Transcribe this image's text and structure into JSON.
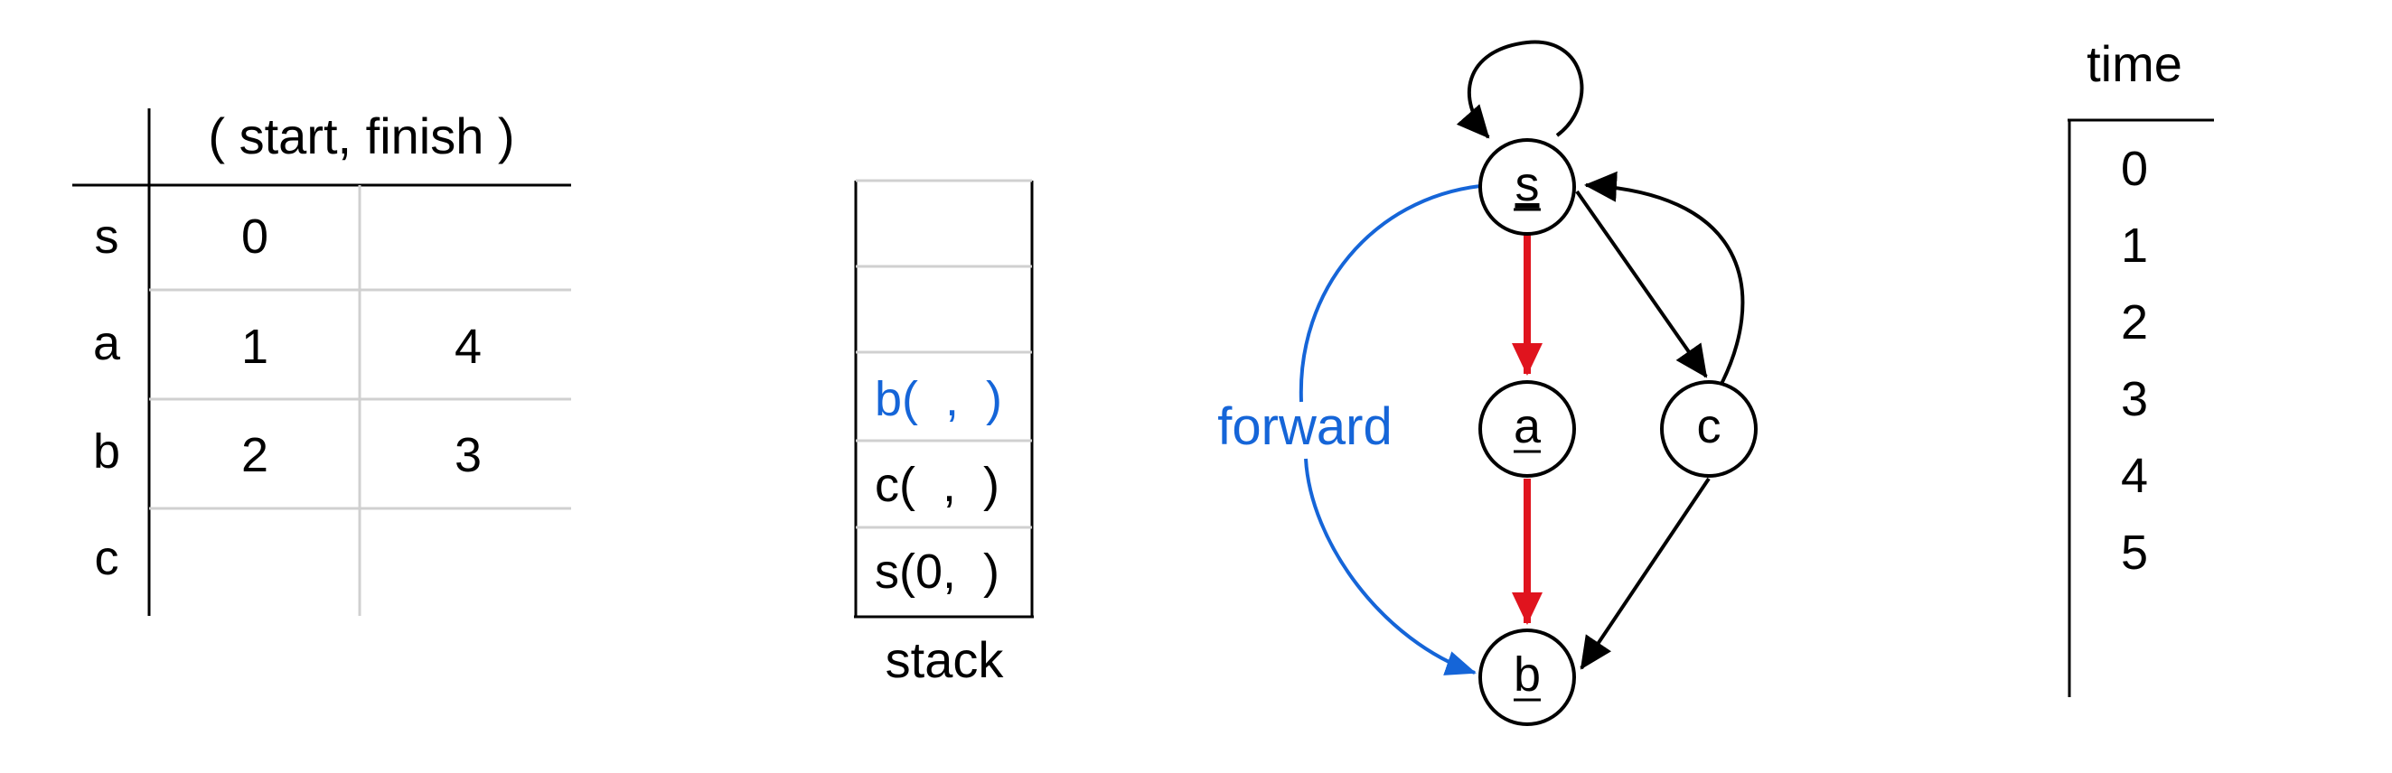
{
  "table": {
    "header": "( start, finish )",
    "rows": [
      {
        "node": "s",
        "start": "0",
        "finish": ""
      },
      {
        "node": "a",
        "start": "1",
        "finish": "4"
      },
      {
        "node": "b",
        "start": "2",
        "finish": "3"
      },
      {
        "node": "c",
        "start": "",
        "finish": ""
      }
    ]
  },
  "stack": {
    "label": "stack",
    "slots": [
      {
        "text": "",
        "color": "#000000"
      },
      {
        "text": "",
        "color": "#000000"
      },
      {
        "text": "b(  ,  )",
        "color": "#1565d8"
      },
      {
        "text": "c(  ,  )",
        "color": "#000000"
      },
      {
        "text": "s(0,  )",
        "color": "#000000"
      }
    ]
  },
  "graph": {
    "nodes": [
      {
        "id": "s",
        "label": "s",
        "underlined": true
      },
      {
        "id": "a",
        "label": "a",
        "underlined": true
      },
      {
        "id": "c",
        "label": "c",
        "underlined": false
      },
      {
        "id": "b",
        "label": "b",
        "underlined": true
      }
    ],
    "edges": [
      {
        "from": "s",
        "to": "s",
        "kind": "self-loop",
        "color": "#000000"
      },
      {
        "from": "s",
        "to": "a",
        "kind": "tree",
        "color": "#e0141e"
      },
      {
        "from": "a",
        "to": "b",
        "kind": "tree",
        "color": "#e0141e"
      },
      {
        "from": "s",
        "to": "c",
        "kind": "plain",
        "color": "#000000"
      },
      {
        "from": "c",
        "to": "s",
        "kind": "plain",
        "color": "#000000"
      },
      {
        "from": "c",
        "to": "b",
        "kind": "plain",
        "color": "#000000"
      },
      {
        "from": "s",
        "to": "b",
        "kind": "forward",
        "color": "#1565d8"
      }
    ],
    "forward_label": "forward"
  },
  "timeline": {
    "label": "time",
    "ticks": [
      "0",
      "1",
      "2",
      "3",
      "4",
      "5"
    ]
  },
  "colors": {
    "tree_edge": "#e0141e",
    "forward_edge": "#1565d8",
    "default": "#000000",
    "grid": "#d0d0d0"
  }
}
